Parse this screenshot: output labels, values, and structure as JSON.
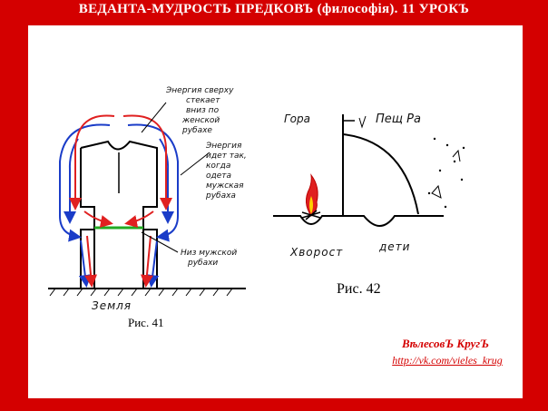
{
  "header": {
    "title": "ВЕДАНТА-МУДРОСТЬ ПРЕДКОВЪ (философiя). 11 УРОКЪ"
  },
  "fig41": {
    "label_energy_top": [
      "Энергия сверху",
      "стекает",
      "вниз по",
      "женской",
      "рубахе"
    ],
    "label_energy_bottom": [
      "Энергия",
      "идет так,",
      "когда",
      "одета",
      "мужская",
      "рубаха"
    ],
    "label_shirt_hem": [
      "Низ мужской",
      "рубахи"
    ],
    "label_ground": "Земля",
    "caption": "Рис. 41"
  },
  "fig42": {
    "label_mountain": "Гора",
    "label_cave": "Пещ Ра",
    "label_brushwood": "Хворост",
    "label_children": "дети",
    "caption": "Рис. 42"
  },
  "signature": {
    "name": "ВѣлесовЪ КругЪ",
    "url": "http://vk.com/vieles_krug"
  },
  "colors": {
    "background": "#d40000",
    "energy_red": "#e02020",
    "energy_blue": "#1a3cc8",
    "hem_green": "#22aa22"
  }
}
